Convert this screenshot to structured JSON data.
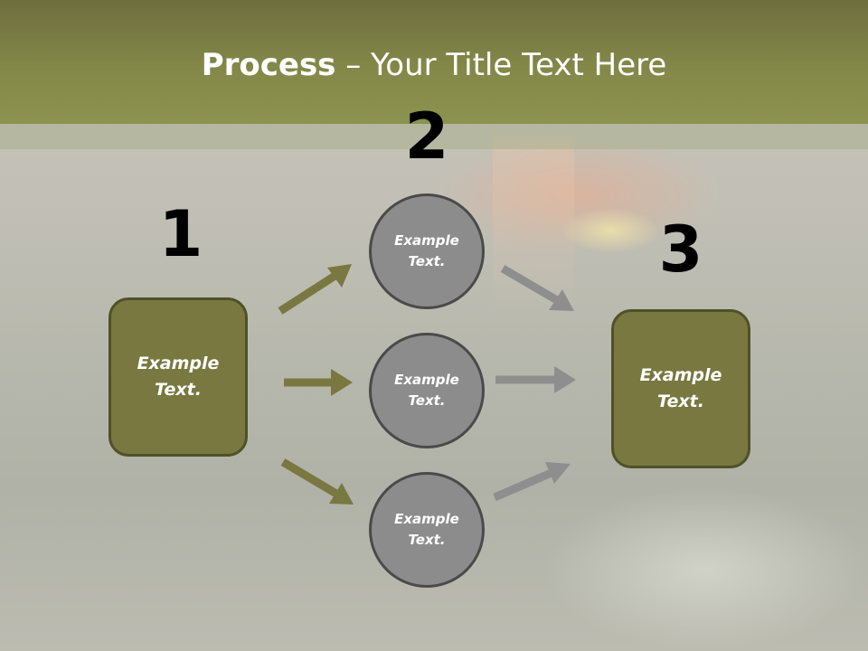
{
  "slide": {
    "title_bold": "Process",
    "title_rest": " – Your Title Text Here"
  },
  "numbers": [
    "1",
    "2",
    "3"
  ],
  "left_box": {
    "text": "Example Text."
  },
  "circles": [
    {
      "text": "Example Text."
    },
    {
      "text": "Example Text."
    },
    {
      "text": "Example Text."
    }
  ],
  "right_box": {
    "text": "Example Text."
  },
  "colors": {
    "header": "#838848",
    "box_fill": "#787840",
    "circle_fill": "#8c8c8c",
    "arrow_olive": "#787840",
    "arrow_gray": "#8e8e8e"
  }
}
